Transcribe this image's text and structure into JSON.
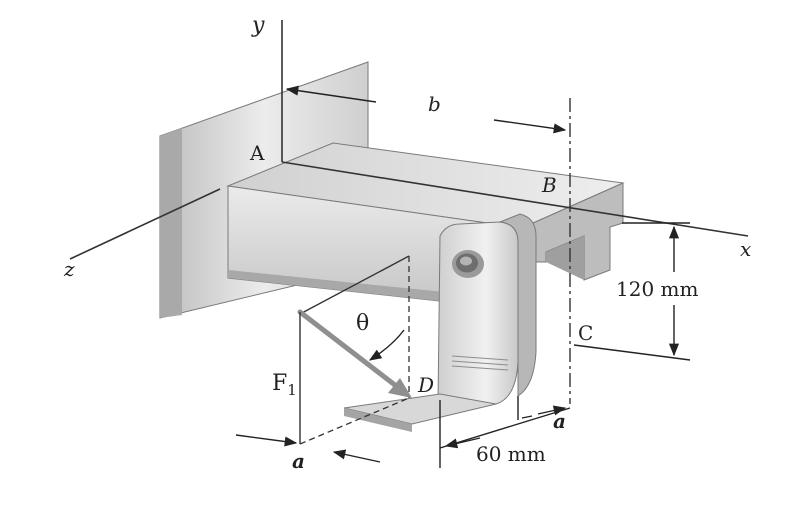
{
  "labels": {
    "axis_y": "y",
    "axis_x": "x",
    "axis_z": "z",
    "point_a": "A",
    "point_b": "B",
    "point_c": "C",
    "point_d": "D",
    "dim_b": "b",
    "dim_120": "120 mm",
    "dim_60": "60 mm",
    "dim_a_left": "a",
    "dim_a_right": "a",
    "angle": "θ",
    "force_f": "F",
    "force_sub": "1"
  },
  "colors": {
    "force_arrow": "#8f8f8f",
    "wall": "#d9d9d9",
    "beam_top": "#e4e4e4",
    "beam_front": "#d2d2d2",
    "bracket": "#dcdcdc"
  }
}
